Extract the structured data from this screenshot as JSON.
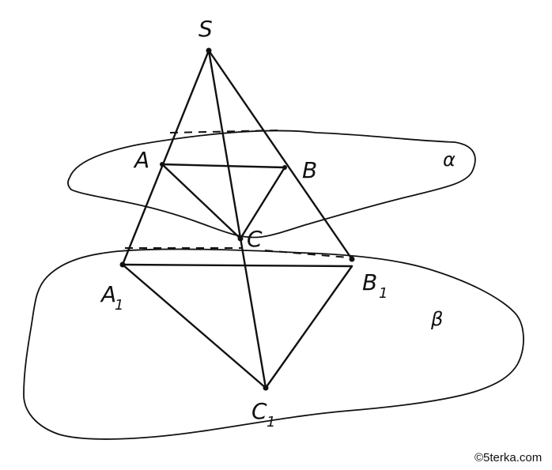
{
  "labels": {
    "S": "S",
    "A": "A",
    "B": "B",
    "C": "C",
    "A1_main": "A",
    "A1_sub": "1",
    "B1_main": "B",
    "B1_sub": "1",
    "C1_main": "C",
    "C1_sub": "1",
    "alpha": "α",
    "beta": "β"
  },
  "watermark": "©5terka.com"
}
